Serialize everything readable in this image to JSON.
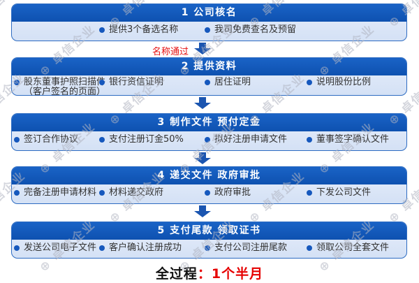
{
  "steps": [
    {
      "title": "1  公司核名",
      "items": [
        {
          "label": "提供3个备选名称"
        },
        {
          "label": "我司免费查名及预留"
        }
      ]
    },
    {
      "title": "2  提供资料",
      "items": [
        {
          "label": "股东董事护照扫描件",
          "label2": "（客户签名的页面）"
        },
        {
          "label": "银行资信证明"
        },
        {
          "label": "居住证明"
        },
        {
          "label": "说明股份比例"
        }
      ]
    },
    {
      "title": "3  制作文件  预付定金",
      "items": [
        {
          "label": "签订合作协议"
        },
        {
          "label": "支付注册订金50%"
        },
        {
          "label": "拟好注册申请文件"
        },
        {
          "label": "董事签字确认文件"
        }
      ]
    },
    {
      "title": "4  递交文件  政府审批",
      "items": [
        {
          "label": "完备注册申请材料"
        },
        {
          "label": "材料递交政府"
        },
        {
          "label": "政府审批"
        },
        {
          "label": "下发公司文件"
        }
      ]
    },
    {
      "title": "5  支付尾款  领取证书",
      "items": [
        {
          "label": "发送公司电子文件"
        },
        {
          "label": "客户确认注册成功"
        },
        {
          "label": "支付公司注册尾款"
        },
        {
          "label": "领取公司全套文件"
        }
      ]
    }
  ],
  "arrow_label": "名称通过",
  "footer": {
    "label": "全过程",
    "value": "：1个半月"
  },
  "watermark": {
    "glyph": "⊕",
    "text": "卓信企业"
  },
  "colors": {
    "header_blue": "#0e51b0",
    "body_blue": "#dce7f8",
    "border_blue": "#2e6cc2",
    "bullet_blue": "#1658bd",
    "arrow_blue": "#1b55b0",
    "accent_red": "#e60e0e",
    "watermark_gray": "#b0b5c1"
  }
}
